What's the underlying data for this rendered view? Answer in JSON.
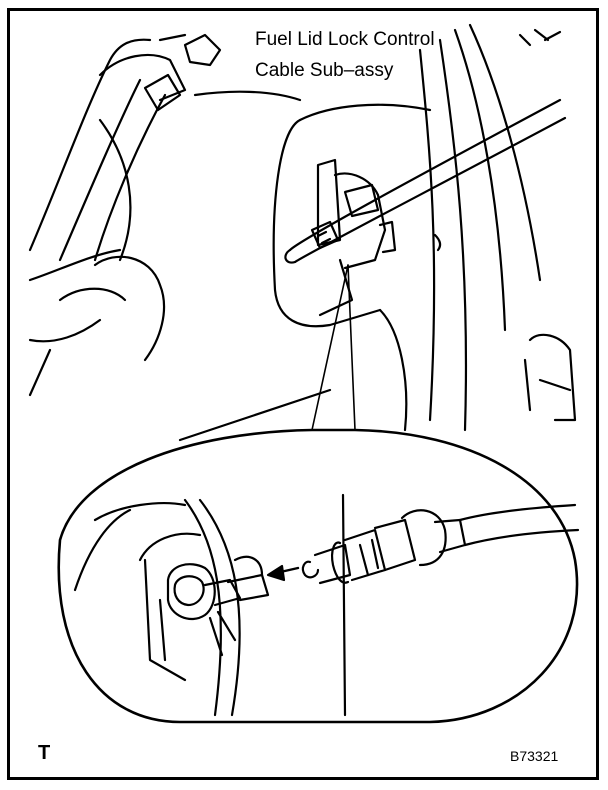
{
  "callout": {
    "line1": "Fuel Lid Lock Control",
    "line2": "Cable Sub–assy"
  },
  "corner_letter": "T",
  "figure_id": "B73321"
}
